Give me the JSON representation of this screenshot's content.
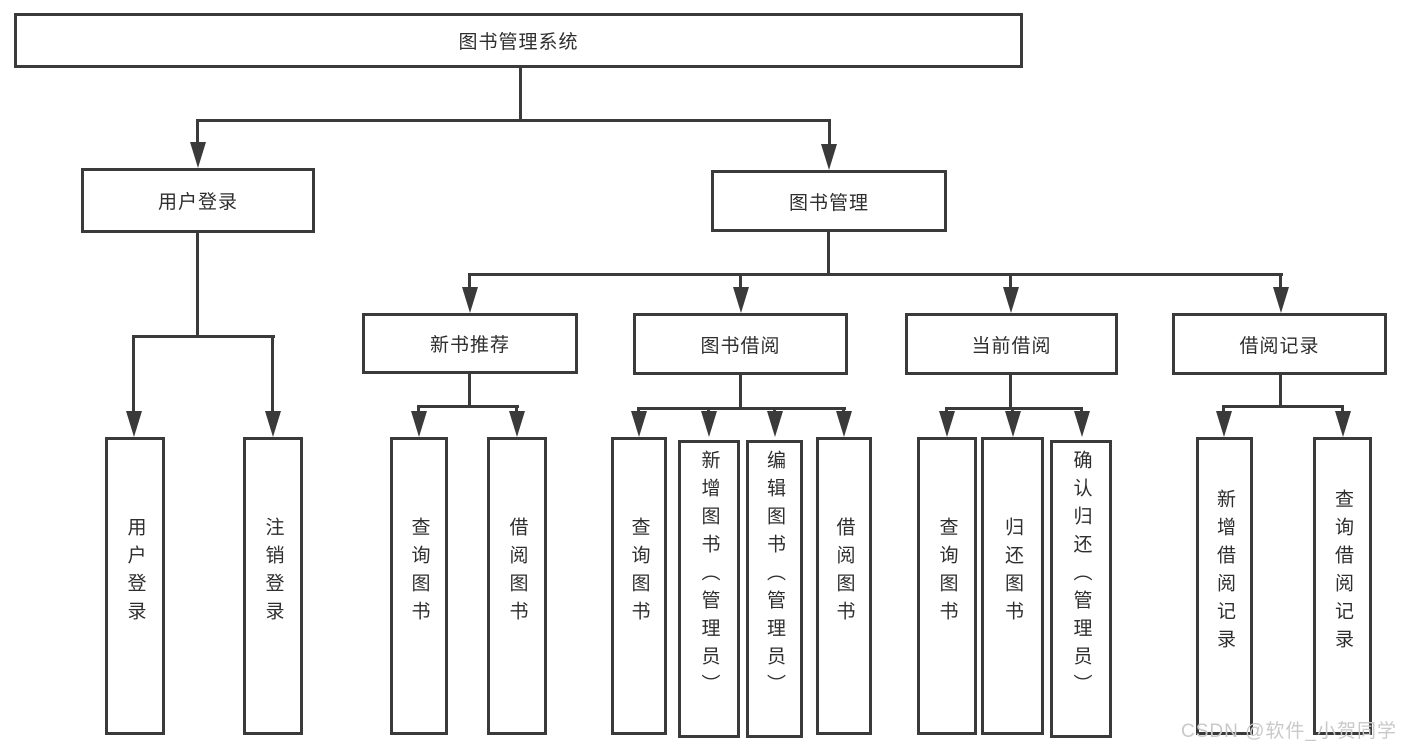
{
  "diagram": {
    "root": {
      "label": "图书管理系统"
    },
    "branches": [
      {
        "label": "用户登录",
        "children": [
          {
            "label": "用户登录"
          },
          {
            "label": "注销登录"
          }
        ]
      },
      {
        "label": "图书管理",
        "children": [
          {
            "label": "新书推荐",
            "children": [
              {
                "label": "查询图书"
              },
              {
                "label": "借阅图书"
              }
            ]
          },
          {
            "label": "图书借阅",
            "children": [
              {
                "label": "查询图书"
              },
              {
                "label": "新增图书（管理员）"
              },
              {
                "label": "编辑图书（管理员）"
              },
              {
                "label": "借阅图书"
              }
            ]
          },
          {
            "label": "当前借阅",
            "children": [
              {
                "label": "查询图书"
              },
              {
                "label": "归还图书"
              },
              {
                "label": "确认归还（管理员）"
              }
            ]
          },
          {
            "label": "借阅记录",
            "children": [
              {
                "label": "新增借阅记录"
              },
              {
                "label": "查询借阅记录"
              }
            ]
          }
        ]
      }
    ]
  },
  "watermark": {
    "text": "CSDN @软件_小贺同学"
  },
  "colors": {
    "line": "#3a3a3a",
    "text": "#2e2e2e",
    "watermark": "#c9c9c9",
    "background": "#ffffff"
  }
}
